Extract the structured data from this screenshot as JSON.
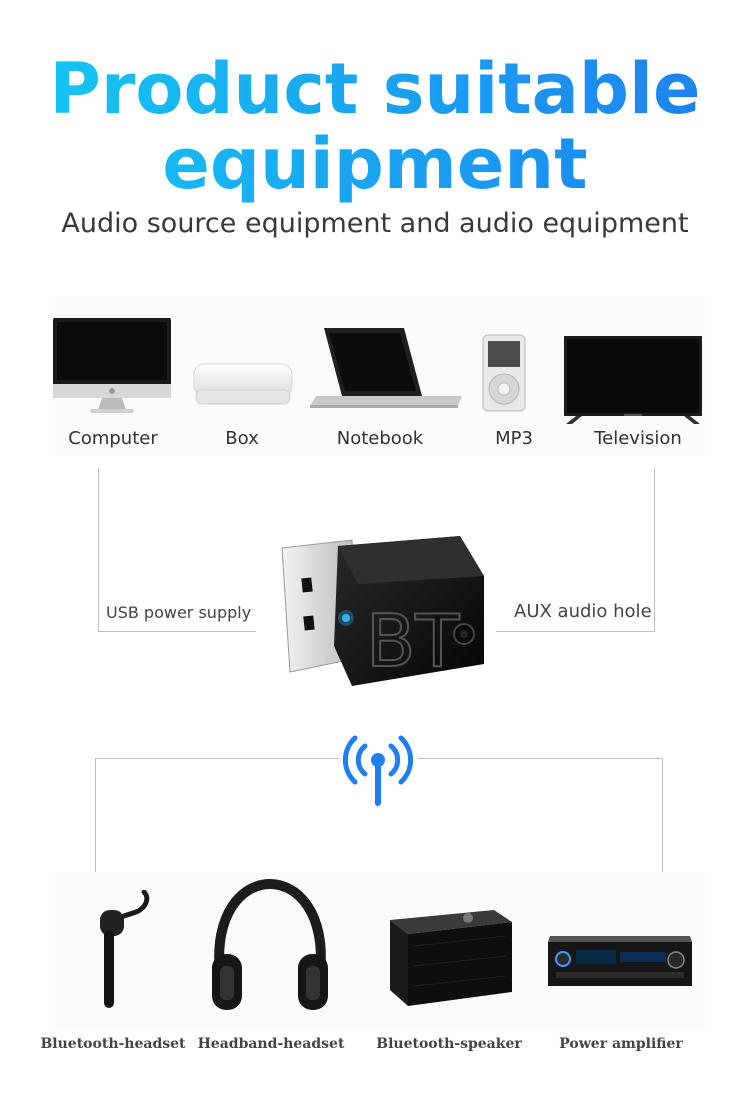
{
  "header": {
    "title_line1": "Product suitable",
    "title_line2": "equipment",
    "subtitle": "Audio source equipment and audio equipment"
  },
  "source_devices": [
    {
      "label": "Computer",
      "icon": "imac-computer-icon"
    },
    {
      "label": "Box",
      "icon": "tv-box-icon"
    },
    {
      "label": "Notebook",
      "icon": "laptop-icon"
    },
    {
      "label": "MP3",
      "icon": "mp3-player-icon"
    },
    {
      "label": "Television",
      "icon": "television-icon"
    }
  ],
  "adapter": {
    "logo_text": "BT",
    "left_connection": "USB power supply",
    "right_connection": "AUX audio hole",
    "wireless_icon": "wireless-signal-icon",
    "accent_color": "#1f7ef0"
  },
  "output_devices": [
    {
      "label": "Bluetooth-headset",
      "icon": "bluetooth-earpiece-icon"
    },
    {
      "label": "Headband-headset",
      "icon": "headphones-icon"
    },
    {
      "label": "Bluetooth-speaker",
      "icon": "speaker-icon"
    },
    {
      "label": "Power amplifier",
      "icon": "amplifier-icon"
    }
  ]
}
